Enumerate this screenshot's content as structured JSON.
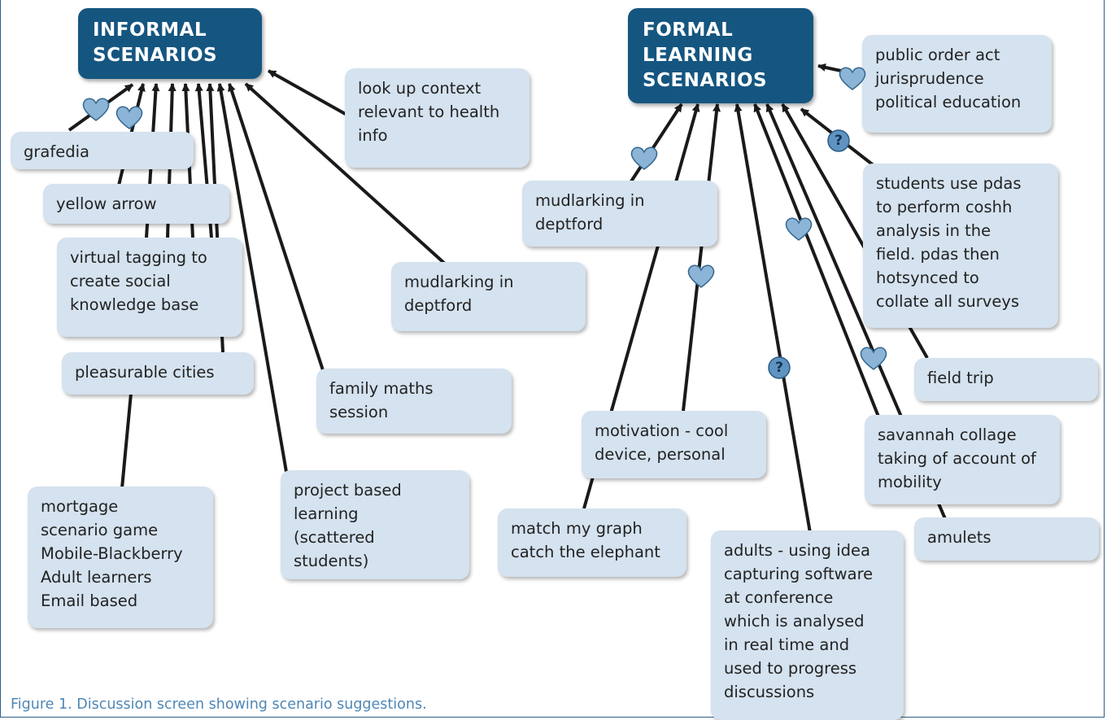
{
  "hubs": {
    "informal": "INFORMAL\nSCENARIOS",
    "formal": "FORMAL\nLEARNING\nSCENARIOS"
  },
  "informal_nodes": {
    "grafedia": "grafedia",
    "yellow_arrow": "yellow arrow",
    "virtual_tagging": "virtual tagging to\ncreate social\nknowledge base",
    "pleasurable_cities": "pleasurable cities",
    "mortgage": "mortgage\nscenario game\nMobile-Blackberry\nAdult learners\nEmail based",
    "look_up_context": "look up context\nrelevant to health\ninfo",
    "mudlarking": "mudlarking in\ndeptford",
    "family_maths": "family maths\nsession",
    "project_based": "project based\nlearning\n(scattered\nstudents)"
  },
  "formal_nodes": {
    "public_order": "public order act\njurisprudence\npolitical education",
    "students_pdas": "students use pdas\nto perform coshh\nanalysis in the\nfield. pdas then\nhotsynced to\ncollate all surveys",
    "mudlarking": "mudlarking in\ndeptford",
    "field_trip": "field trip",
    "motivation": "motivation - cool\ndevice, personal",
    "savannah": "savannah collage\ntaking of account of\nmobility",
    "match_graph": "match my graph\ncatch the elephant",
    "amulets": "amulets",
    "adults": "adults - using idea\ncapturing software\nat conference\nwhich is analysed\nin real time and\nused to progress\ndiscussions"
  },
  "badges": {
    "question_mark": "?",
    "heart": "heart-icon"
  },
  "caption": "Figure 1. Discussion screen showing scenario suggestions.",
  "colors": {
    "hub_fill": "#155680",
    "node_fill": "#d5e2ef",
    "heart_fill": "#8cb4d6",
    "question_fill": "#5e93c2",
    "caption": "#4f87b5"
  }
}
